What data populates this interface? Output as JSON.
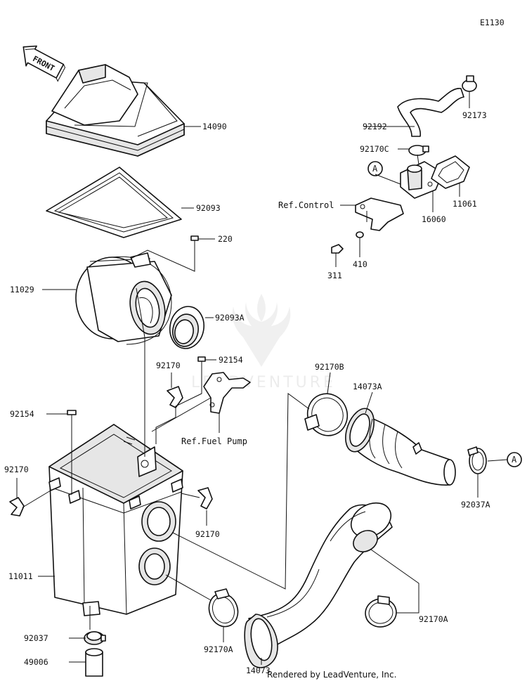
{
  "diagram_code": "E1130",
  "front_label": "FRONT",
  "marker_letter": "A",
  "parts": {
    "p14090": "14090",
    "p92093": "92093",
    "p220": "220",
    "p11029": "11029",
    "p92093A": "92093A",
    "p92170_mid": "92170",
    "p92154_mid": "92154",
    "p92154_left": "92154",
    "p92170_left": "92170",
    "p92170_right": "92170",
    "p11011": "11011",
    "p92037": "92037",
    "p49006": "49006",
    "p92170A_mid": "92170A",
    "p14073": "14073",
    "p92170B": "92170B",
    "p14073A": "14073A",
    "p92037A": "92037A",
    "p92170A_right": "92170A",
    "p92192": "92192",
    "p92173": "92173",
    "p92170C": "92170C",
    "p11061": "11061",
    "p16060": "16060",
    "p410": "410",
    "p311": "311"
  },
  "refs": {
    "control": "Ref.Control",
    "fuel_pump": "Ref.Fuel Pump"
  },
  "watermark": "LEADVENTURE",
  "footer": "Rendered by LeadVenture, Inc."
}
